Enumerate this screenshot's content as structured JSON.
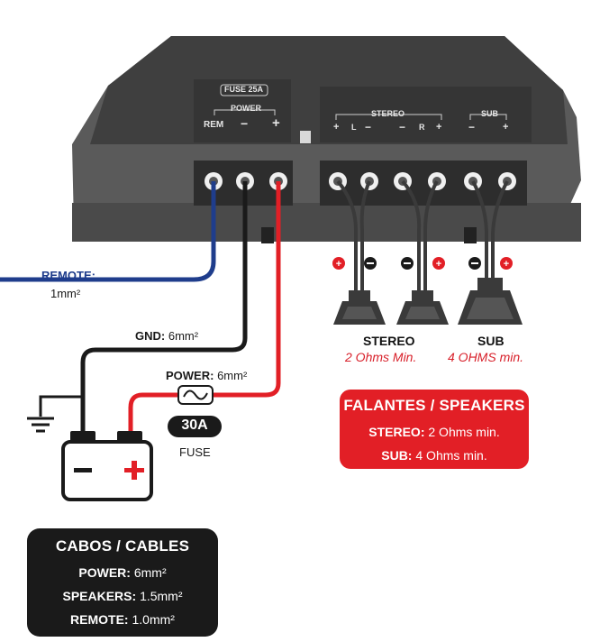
{
  "amplifier": {
    "fuse_label": "FUSE 25A",
    "power_label": "POWER",
    "rem_label": "REM",
    "minus_sign": "−",
    "plus_sign": "+",
    "stereo_label": "STEREO",
    "stereo_plus_l": "+",
    "stereo_l": "L",
    "stereo_minus_l": "−",
    "stereo_minus_r": "−",
    "stereo_r": "R",
    "stereo_plus_r": "+",
    "sub_label": "SUB",
    "sub_minus": "−",
    "sub_plus": "+"
  },
  "wires": {
    "remote_name": "REMOTE:",
    "remote_gauge": "1mm²",
    "gnd_name": "GND:",
    "gnd_gauge": "6mm²",
    "power_name": "POWER:",
    "power_gauge": "6mm²",
    "fuse_value": "30A",
    "fuse_label": "FUSE"
  },
  "speakers": {
    "stereo_name": "STEREO",
    "stereo_min": "2 Ohms Min.",
    "sub_name": "SUB",
    "sub_min": "4 OHMS min."
  },
  "speakers_box": {
    "title": "FALANTES / SPEAKERS",
    "stereo_key": "STEREO:",
    "stereo_value": "2 Ohms min.",
    "sub_key": "SUB:",
    "sub_value": "4 Ohms min."
  },
  "cables_box": {
    "title": "CABOS / CABLES",
    "power_key": "POWER:",
    "power_value": "6mm²",
    "speakers_key": "SPEAKERS:",
    "speakers_value": "1.5mm²",
    "remote_key": "REMOTE:",
    "remote_value": "1.0mm²"
  },
  "colors": {
    "remote_wire": "#1f3d8c",
    "power_wire": "#e21f26",
    "ground_wire": "#1a1a1a",
    "amp_body": "#4a4a4a",
    "accent_red": "#d8202a"
  }
}
